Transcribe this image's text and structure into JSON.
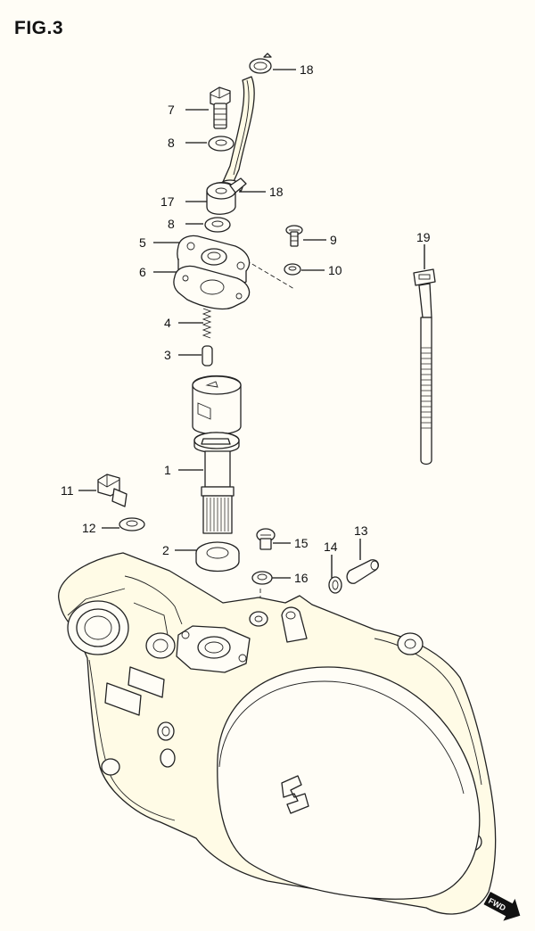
{
  "figure": {
    "title": "FIG.3"
  },
  "callouts": [
    {
      "number": "18"
    },
    {
      "number": "7"
    },
    {
      "number": "8"
    },
    {
      "number": "17"
    },
    {
      "number": "18"
    },
    {
      "number": "8"
    },
    {
      "number": "9"
    },
    {
      "number": "5"
    },
    {
      "number": "6"
    },
    {
      "number": "10"
    },
    {
      "number": "4"
    },
    {
      "number": "3"
    },
    {
      "number": "1"
    },
    {
      "number": "11"
    },
    {
      "number": "12"
    },
    {
      "number": "2"
    },
    {
      "number": "15"
    },
    {
      "number": "16"
    },
    {
      "number": "14"
    },
    {
      "number": "13"
    },
    {
      "number": "19"
    }
  ],
  "cover_mark": "S",
  "direction_badge": {
    "text": "FWD",
    "icon": "fwd-arrow-icon"
  }
}
